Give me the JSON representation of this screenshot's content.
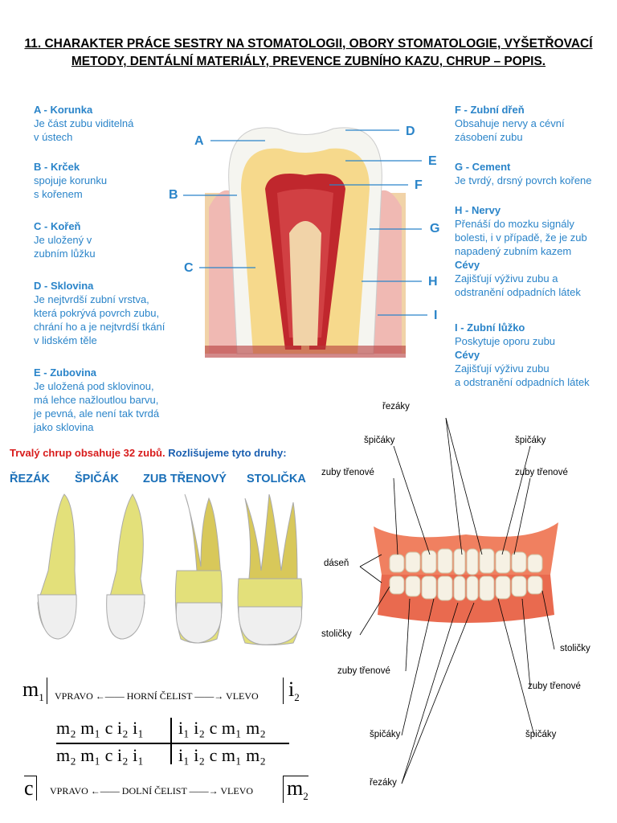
{
  "title": "11. CHARAKTER PRÁCE SESTRY NA STOMATOLOGII, OBORY STOMATOLOGIE, VYŠETŘOVACÍ METODY, DENTÁLNÍ MATERIÁLY, PREVENCE ZUBNÍHO KAZU, CHRUP – POPIS.",
  "left_labels": [
    {
      "head": "A - Korunka",
      "lines": [
        "Je část zubu viditelná",
        "v ústech"
      ]
    },
    {
      "head": "B - Krček",
      "lines": [
        "spojuje korunku",
        "s kořenem"
      ]
    },
    {
      "head": "C - Kořeň",
      "lines": [
        "Je uložený v",
        "zubním lůžku"
      ]
    },
    {
      "head": "D - Sklovina",
      "lines": [
        "Je nejtvrdší zubní vrstva,",
        "která pokrývá povrch zubu,",
        "chrání ho a je nejtvrdší tkání",
        "v lidském těle"
      ]
    },
    {
      "head": "E - Zubovina",
      "lines": [
        "Je uložená pod sklovinou,",
        "má lehce nažloutlou barvu,",
        "je pevná, ale není tak tvrdá",
        " jako sklovina"
      ]
    }
  ],
  "right_labels": [
    {
      "head": "F - Zubní dřeň",
      "lines": [
        "Obsahuje nervy a cévní",
        "zásobení zubu"
      ]
    },
    {
      "head": "G - Cement",
      "lines": [
        "Je tvrdý, drsný povrch kořene"
      ]
    },
    {
      "head": "H - Nervy",
      "lines": [
        "Přenáší do mozku signály",
        "bolesti, i v případě, že je zub",
        "napadený zubním kazem"
      ],
      "head2": "Cévy",
      "lines2": [
        "Zajišťují výživu zubu a",
        "odstranění odpadních látek"
      ]
    },
    {
      "head": "I - Zubní lůžko",
      "lines": [
        "Poskytuje oporu zubu"
      ],
      "head2": "Cévy",
      "lines2": [
        "Zajišťují výživu zubu",
        "a odstranění odpadních látek"
      ]
    }
  ],
  "diagram_letters": [
    "A",
    "B",
    "C",
    "D",
    "E",
    "F",
    "G",
    "H",
    "I"
  ],
  "permanent": {
    "part1": "Trvalý chrup obsahuje 32 zubů.",
    "part2": " Rozlišujeme tyto druhy:"
  },
  "tooth_types": [
    "ŘEZÁK",
    "ŠPIČÁK",
    "ZUB TŘENOVÝ",
    "STOLIČKA"
  ],
  "dentition_labels": {
    "rezaky": "řezáky",
    "spicaky": "špičáky",
    "zuby_trenove": "zuby třenové",
    "dasen": "dáseň",
    "stolicky": "stoličky"
  },
  "formula": {
    "top_left": "m",
    "top_left_sub": "1",
    "right_word": "VPRAVO",
    "upper_jaw": "HORNÍ ČELIST",
    "left_word": "VLEVO",
    "top_right": "i",
    "top_right_sub": "2",
    "row_left": "m₂ m₁ c i₂ i₁",
    "row_right": "i₁ i₂ c m₁ m₂",
    "bottom_left": "c",
    "lower_jaw": "DOLNÍ ČELIST",
    "bottom_right": "m",
    "bottom_right_sub": "2"
  }
}
